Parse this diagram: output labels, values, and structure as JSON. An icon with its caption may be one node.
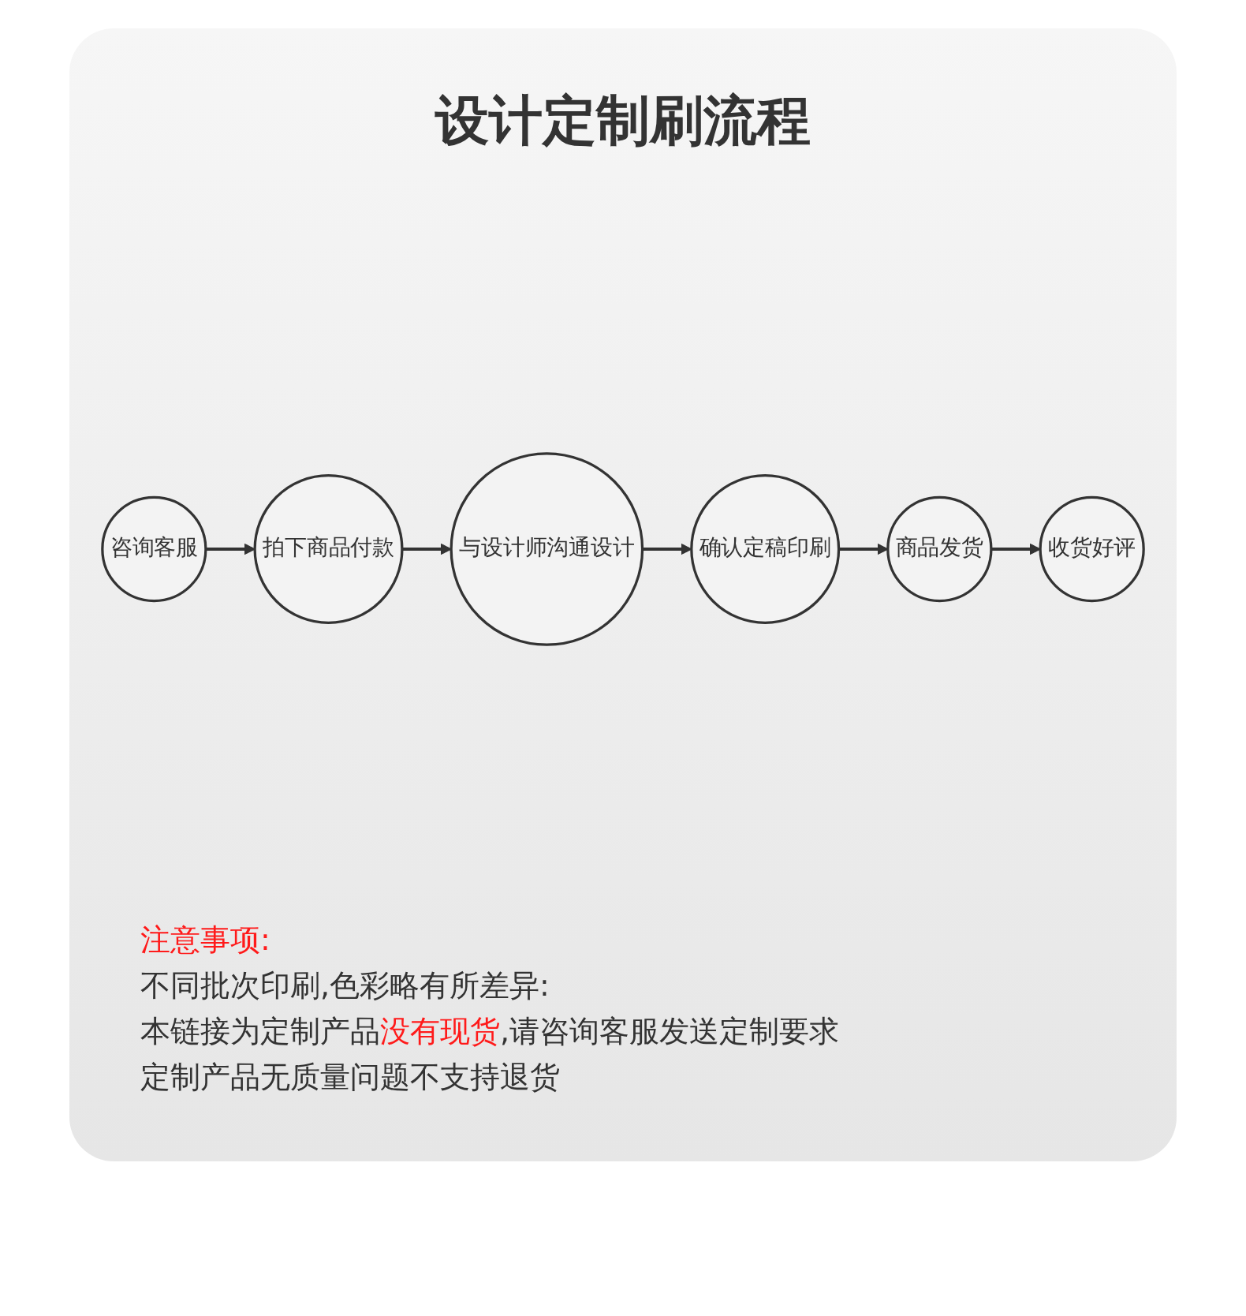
{
  "diagram": {
    "title": "设计定制刷流程",
    "nodes": [
      {
        "text": [
          "咨询客服"
        ]
      },
      {
        "text": [
          "拍下商品付款"
        ]
      },
      {
        "text": [
          "与设计师沟通设计"
        ]
      },
      {
        "text": [
          "收货好评"
        ]
      },
      {
        "text": [
          "商品发货"
        ]
      },
      {
        "text": [
          "确认定稿印刷"
        ]
      }
    ],
    "edges": [
      {
        "from": 0,
        "to": 1,
        "arrow": "to"
      },
      {
        "from": 1,
        "to": 2,
        "arrow": "to"
      },
      {
        "from": 2,
        "to": 5,
        "arrow": "to"
      },
      {
        "from": 5,
        "to": 4,
        "arrow": "to"
      },
      {
        "from": 4,
        "to": 3,
        "arrow": "to"
      }
    ],
    "labels": [
      "注意事项:",
      "不同批次印刷,色彩略有所差异:",
      "本链接为定制产品**没有现货**,请咨询客服发送定制要求",
      "定制产品无质量问题不支持退货"
    ]
  }
}
